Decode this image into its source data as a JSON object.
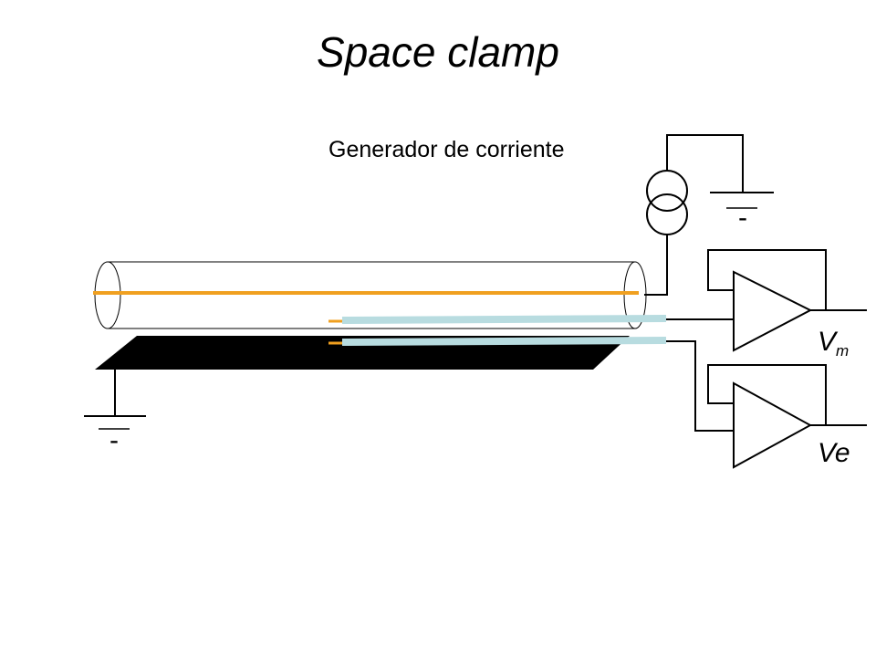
{
  "title": "Space clamp",
  "labels": {
    "current_generator": "Generador de corriente",
    "vm_main": "V",
    "vm_sub": "m",
    "ve": "Ve",
    "ground_sign_top": "-",
    "ground_sign_left": "-"
  },
  "colors": {
    "axon_wire": "#F0A020",
    "electrode": "#B8DCE0",
    "plate": "#000000",
    "line": "#000000"
  }
}
